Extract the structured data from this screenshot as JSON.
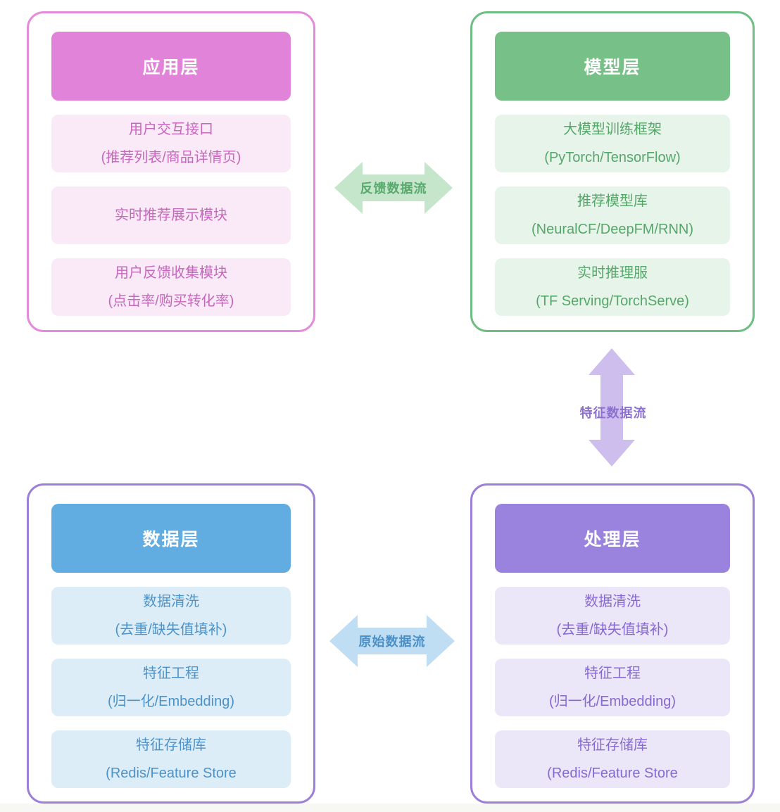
{
  "page": {
    "background": "#ffffff",
    "footer_strip_color": "#f7f7f4"
  },
  "layers": [
    {
      "name": "application",
      "title": "应用层",
      "header_bg": "#e183d8",
      "border_color": "#e48bdb",
      "item_bg": "#fae9f7",
      "item_text_color": "#c767be",
      "items": [
        {
          "line1": "用户交互接口",
          "line2": "(推荐列表/商品详情页)"
        },
        {
          "line1": "实时推荐展示模块"
        },
        {
          "line1": "用户反馈收集模块",
          "line2": "(点击率/购买转化率)"
        }
      ]
    },
    {
      "name": "model",
      "title": "模型层",
      "header_bg": "#77c087",
      "border_color": "#6fbe84",
      "item_bg": "#e7f4e9",
      "item_text_color": "#55a76a",
      "items": [
        {
          "line1": "大模型训练框架",
          "line2": "(PyTorch/TensorFlow)"
        },
        {
          "line1": "推荐模型库",
          "line2": "(NeuralCF/DeepFM/RNN)"
        },
        {
          "line1": "实时推理服",
          "line2": "(TF Serving/TorchServe)"
        }
      ]
    },
    {
      "name": "data",
      "title": "数据层",
      "header_bg": "#61ade1",
      "border_color": "#9c7fd8",
      "item_bg": "#dcedf8",
      "item_text_color": "#4d92c8",
      "items": [
        {
          "line1": "数据清洗",
          "line2": "(去重/缺失值填补)"
        },
        {
          "line1": "特征工程",
          "line2": "(归一化/Embedding)"
        },
        {
          "line1": "特征存储库",
          "line2": "(Redis/Feature Store"
        }
      ]
    },
    {
      "name": "processing",
      "title": "处理层",
      "header_bg": "#9a83df",
      "border_color": "#9c7fd8",
      "item_bg": "#ece6f9",
      "item_text_color": "#8669d2",
      "items": [
        {
          "line1": "数据清洗",
          "line2": "(去重/缺失值填补)"
        },
        {
          "line1": "特征工程",
          "line2": "(归一化/Embedding)"
        },
        {
          "line1": "特征存储库",
          "line2": "(Redis/Feature Store"
        }
      ]
    }
  ],
  "arrows": [
    {
      "name": "feedback-flow",
      "label": "反馈数据流",
      "fill": "#c6e6cc",
      "label_color": "#57a96c",
      "direction": "horizontal-bidirectional"
    },
    {
      "name": "feature-flow",
      "label": "特征数据流",
      "fill": "#cdbeee",
      "label_color": "#8c70d0",
      "direction": "vertical-bidirectional"
    },
    {
      "name": "raw-flow",
      "label": "原始数据流",
      "fill": "#bfddf3",
      "label_color": "#4a90c6",
      "direction": "horizontal-bidirectional"
    }
  ]
}
